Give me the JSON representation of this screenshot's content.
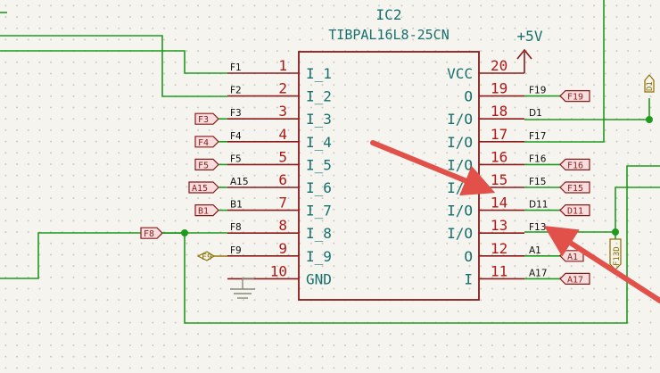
{
  "component": {
    "ref": "IC2",
    "value": "TIBPAL16L8-25CN",
    "power_label": "+5V"
  },
  "pins_left": [
    {
      "num": "1",
      "name": "I_1",
      "net": "F1"
    },
    {
      "num": "2",
      "name": "I_2",
      "net": "F2"
    },
    {
      "num": "3",
      "name": "I_3",
      "net": "F3"
    },
    {
      "num": "4",
      "name": "I_4",
      "net": "F4"
    },
    {
      "num": "5",
      "name": "I_5",
      "net": "F5"
    },
    {
      "num": "6",
      "name": "I_6",
      "net": "A15"
    },
    {
      "num": "7",
      "name": "I_7",
      "net": "B1"
    },
    {
      "num": "8",
      "name": "I_8",
      "net": "F8"
    },
    {
      "num": "9",
      "name": "I_9",
      "net": "F9"
    },
    {
      "num": "10",
      "name": "GND",
      "net": ""
    }
  ],
  "pins_right": [
    {
      "num": "20",
      "name": "VCC",
      "net": ""
    },
    {
      "num": "19",
      "name": "O",
      "net": "F19"
    },
    {
      "num": "18",
      "name": "I/O",
      "net": "D1"
    },
    {
      "num": "17",
      "name": "I/O",
      "net": "F17"
    },
    {
      "num": "16",
      "name": "I/O",
      "net": "F16"
    },
    {
      "num": "15",
      "name": "I/O",
      "net": "F15"
    },
    {
      "num": "14",
      "name": "I/O",
      "net": "D11"
    },
    {
      "num": "13",
      "name": "I/O",
      "net": "F13"
    },
    {
      "num": "12",
      "name": "O",
      "net": "A1"
    },
    {
      "num": "11",
      "name": "I",
      "net": "A17"
    }
  ],
  "global_labels": {
    "left": [
      "F3",
      "F4",
      "F5",
      "A15",
      "B1"
    ],
    "f8": "F8",
    "f9": "F9",
    "right": [
      "F19",
      "F16",
      "F15",
      "D11",
      "A1",
      "A17"
    ],
    "d1": "D1",
    "f13d": "F13D"
  },
  "colors": {
    "body_outline": "#8b1a1a",
    "pin_line": "#8b1a1a",
    "pin_text": "#b01818",
    "wire": "#1f9a1f",
    "junction": "#1f9a1f",
    "label_fill": "#f7dede",
    "label_text": "#8b1a1a",
    "symbol_text": "#17706e",
    "net_text": "#111111",
    "gnd": "#8a8a78",
    "hier_label": "#8a7000",
    "annotation_arrow": "#e2504a"
  },
  "icons": [
    "ground-symbol-icon",
    "power-arrow-icon",
    "junction-dot-icon",
    "annotation-arrow-icon"
  ]
}
